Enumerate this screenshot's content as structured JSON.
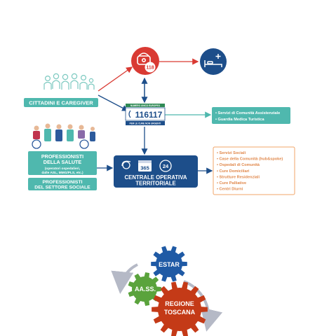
{
  "flow": {
    "citizens_label": "CITTADINI E CAREGIVER",
    "emergency_number": "118",
    "number_116117": "116117",
    "number_116117_top": "NUMERO UNICO EUROPEO",
    "number_116117_bottom": "PER LE CURE NON URGENTI",
    "health_pros_title": "PROFESSIONISTI DELLA SALUTE",
    "health_pros_subtitle": "(operatori ospedalieri, dalle ASL, MMG/PLS, etc.)",
    "social_pros_title": "PROFESSIONISTI DEL SETTORE SOCIALE",
    "cot_label": "CENTRALE OPERATIVA TERRITORIALE",
    "cot_badge_365": "365",
    "cot_badge_24": "24",
    "community_services": [
      "Servizi di Comunità Assistenziale",
      "Guardia Medica Turistica"
    ],
    "territorial_services": [
      "Servizi Sociali",
      "Case della Comunità (hub&spoke)",
      "Ospedali di Comunità",
      "Cure Domiciliari",
      "Strutture Residenziali",
      "Cure Palliative",
      "Centri Diurni"
    ]
  },
  "gears": {
    "estar": "ESTAR",
    "aass": "AA.SS.",
    "regione_line1": "REGIONE",
    "regione_line2": "TOSCANA"
  },
  "colors": {
    "teal": "#4fb8ae",
    "navy": "#1d4e8a",
    "red": "#d93a33",
    "gear_blue": "#1f5aa5",
    "gear_green": "#5aa33c",
    "gear_red": "#c43a17",
    "orange_border": "#f0a46a"
  },
  "icons": {
    "phone": "phone-icon",
    "bed": "hospital-bed-icon",
    "people": "people-group-icon",
    "headset": "headset-icon",
    "calendar": "calendar-icon",
    "clock": "clock-24-icon"
  }
}
